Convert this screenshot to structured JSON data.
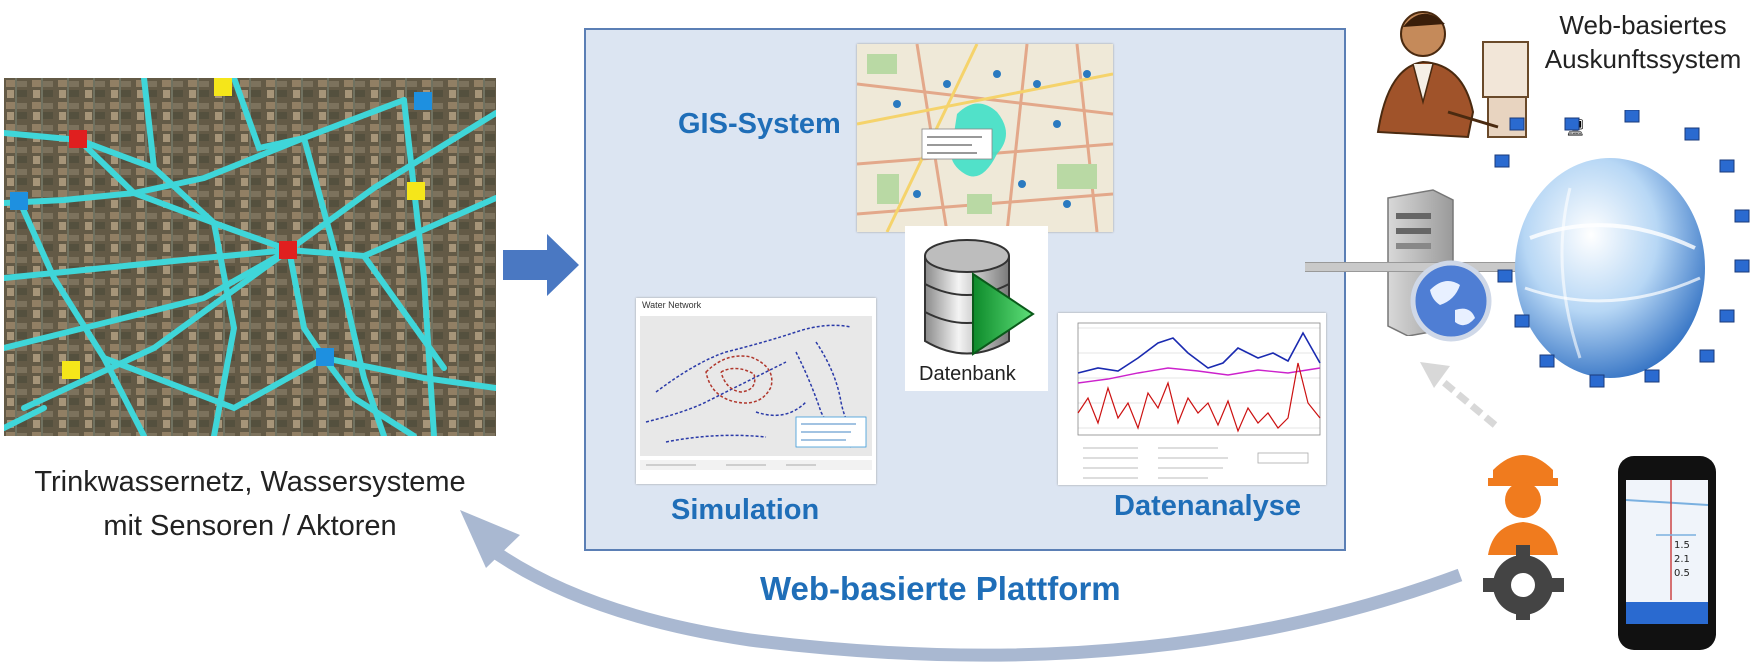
{
  "left": {
    "caption_line1": "Trinkwassernetz, Wassersysteme",
    "caption_line2": "mit Sensoren / Aktoren"
  },
  "platform": {
    "gis_label": "GIS-System",
    "simulation_label": "Simulation",
    "datenanalyse_label": "Datenanalyse",
    "datenbank_label": "Datenbank",
    "water_network_title": "Water Network",
    "title": "Web-basierte Plattform"
  },
  "right": {
    "title_line1": "Web-basiertes",
    "title_line2": "Auskunftssystem",
    "phone_values": [
      "1.5",
      "2.1",
      "0.5"
    ]
  },
  "colors": {
    "accent_blue": "#1f6eb8",
    "panel_bg": "#dce5f2",
    "pipe_cyan": "#3fd6d9",
    "sensor_red": "#e01f1f",
    "sensor_yellow": "#f5e61a",
    "sensor_blue": "#1e90e0",
    "arrow_blue": "#4a78c2"
  }
}
